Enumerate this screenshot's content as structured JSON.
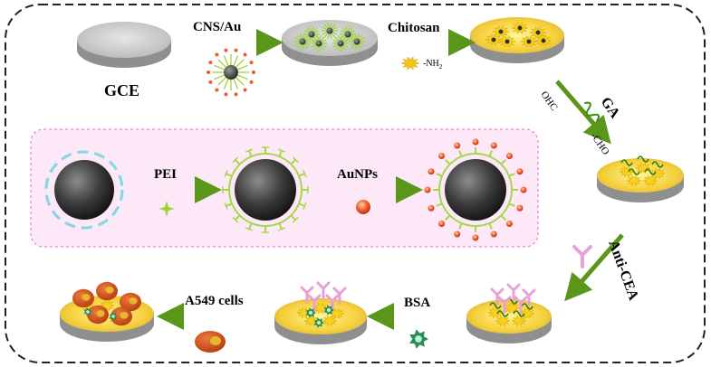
{
  "labels": {
    "gce": "GCE",
    "cns_au": "CNS/Au",
    "chitosan": "Chitosan",
    "nh2": "-NH",
    "nh2_sub": "2",
    "ga": "GA",
    "ohc": "OHC",
    "cho": "-CHO",
    "anti_cea": "Anti-CEA",
    "bsa": "BSA",
    "a549": "A549 cells",
    "pei": "PEI",
    "aunps": "AuNPs"
  },
  "colors": {
    "border": "#222222",
    "arrow": "#6aa121",
    "inset_fill": "#fde8f7",
    "inset_border": "#e48bd6",
    "spike": "#a6d84a",
    "gold": "#f1c40f",
    "antibody": "#e8a0d8",
    "cell": "#d9531e",
    "nucleus": "#e5b82e",
    "bsa": "#3fa06a",
    "aunp": "#e84a25",
    "core": "#444444"
  }
}
